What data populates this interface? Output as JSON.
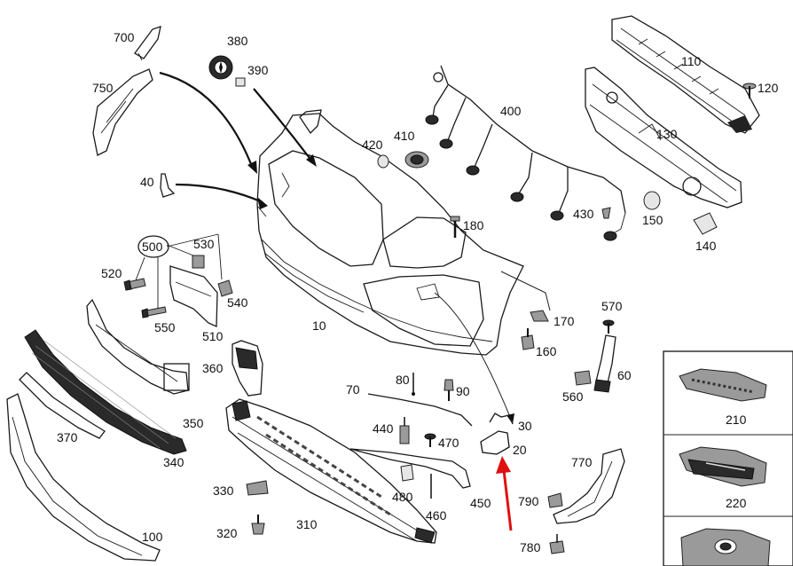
{
  "diagram": {
    "callouts": [
      "700",
      "380",
      "390",
      "750",
      "110",
      "120",
      "400",
      "130",
      "420",
      "410",
      "40",
      "150",
      "140",
      "430",
      "180",
      "500",
      "530",
      "520",
      "540",
      "550",
      "510",
      "10",
      "170",
      "570",
      "160",
      "360",
      "80",
      "90",
      "70",
      "60",
      "560",
      "350",
      "210",
      "30",
      "440",
      "470",
      "20",
      "370",
      "340",
      "770",
      "330",
      "480",
      "450",
      "790",
      "460",
      "220",
      "320",
      "310",
      "100",
      "780",
      "360"
    ],
    "highlight_part": "20",
    "arrow_color": "#e01010",
    "line_color": "#1a1a1a"
  }
}
